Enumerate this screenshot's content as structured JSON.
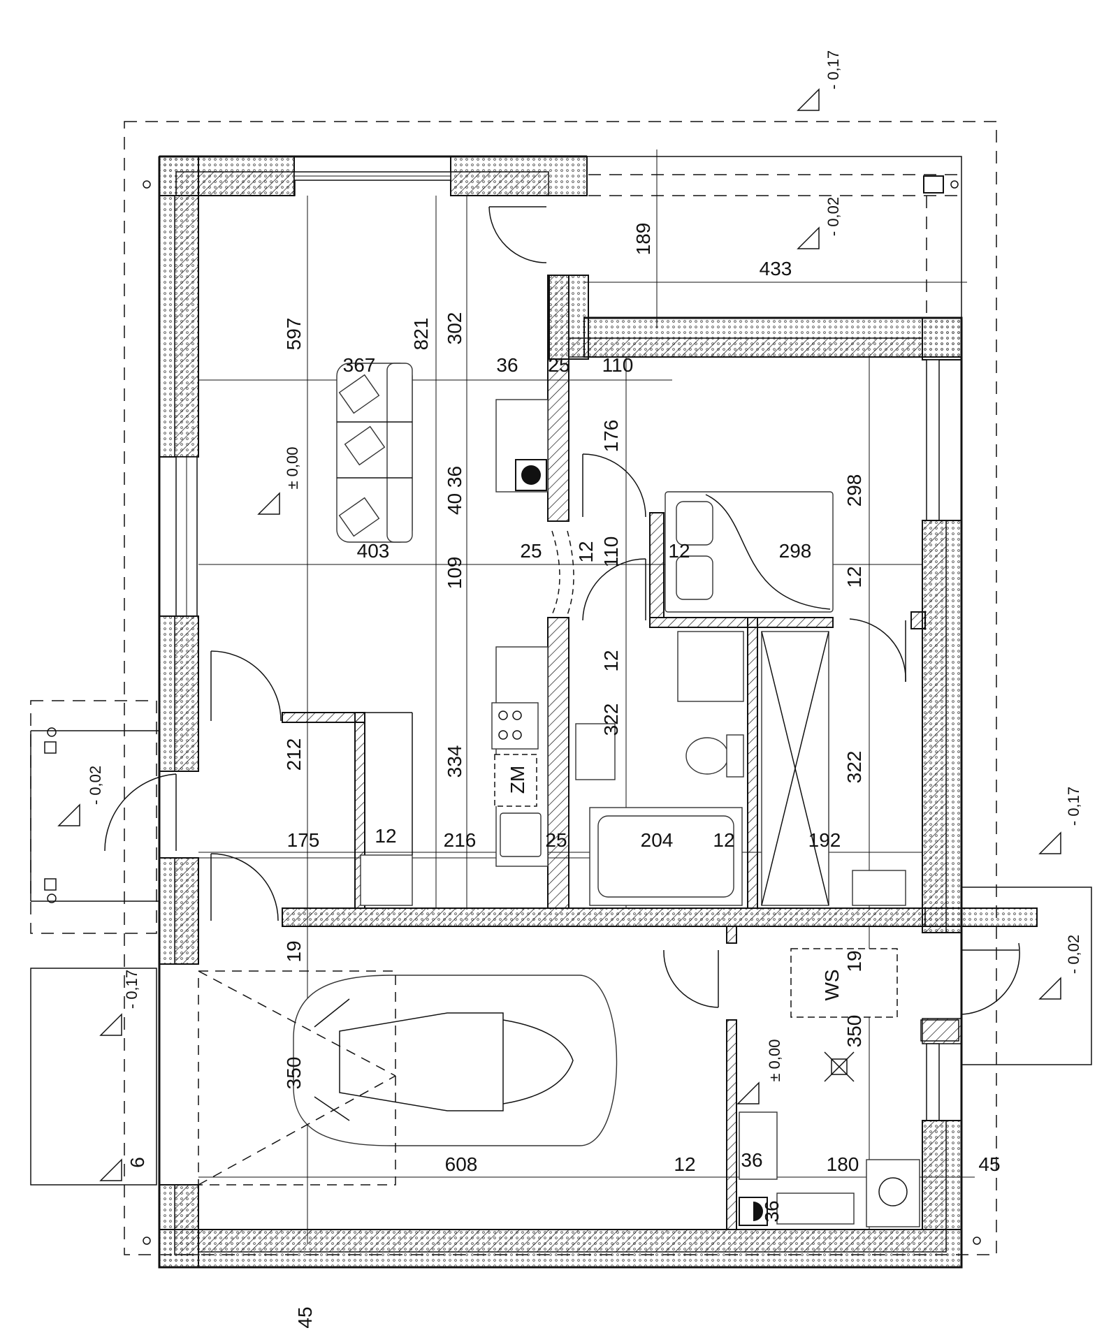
{
  "dimensions": {
    "d597": "597",
    "d821": "821",
    "d302": "302",
    "d367": "367",
    "d36a": "36",
    "d25a": "25",
    "d110a": "110",
    "d189": "189",
    "d433": "433",
    "d176": "176",
    "d40_36": "40 36",
    "d298a": "298",
    "d403": "403",
    "d25b": "25",
    "d12a": "12",
    "d110b": "110",
    "d12b": "12",
    "d298b": "298",
    "d109": "109",
    "d12c": "12",
    "d12d": "12",
    "d322a": "322",
    "d334": "334",
    "d212": "212",
    "d322b": "322",
    "d175": "175",
    "d12e": "12",
    "d216": "216",
    "d25c": "25",
    "d204": "204",
    "d12f": "12",
    "d192": "192",
    "d19a": "19",
    "d19b": "19",
    "d350a": "350",
    "d350b": "350",
    "d608": "608",
    "d12g": "12",
    "d36b": "36",
    "d180": "180",
    "d45a": "45",
    "d36c": "36",
    "d45b": "45",
    "d6": "6"
  },
  "levels": {
    "top_right": "- 0,17",
    "entrance_top": "- 0,02",
    "living": "± 0,00",
    "left_entry": "- 0,02",
    "right_mid": "- 0,17",
    "right_lower": "- 0,02",
    "garage_left": "- 0,17",
    "utility": "± 0,00"
  },
  "labels": {
    "zm": "ZM",
    "ws": "WS"
  }
}
